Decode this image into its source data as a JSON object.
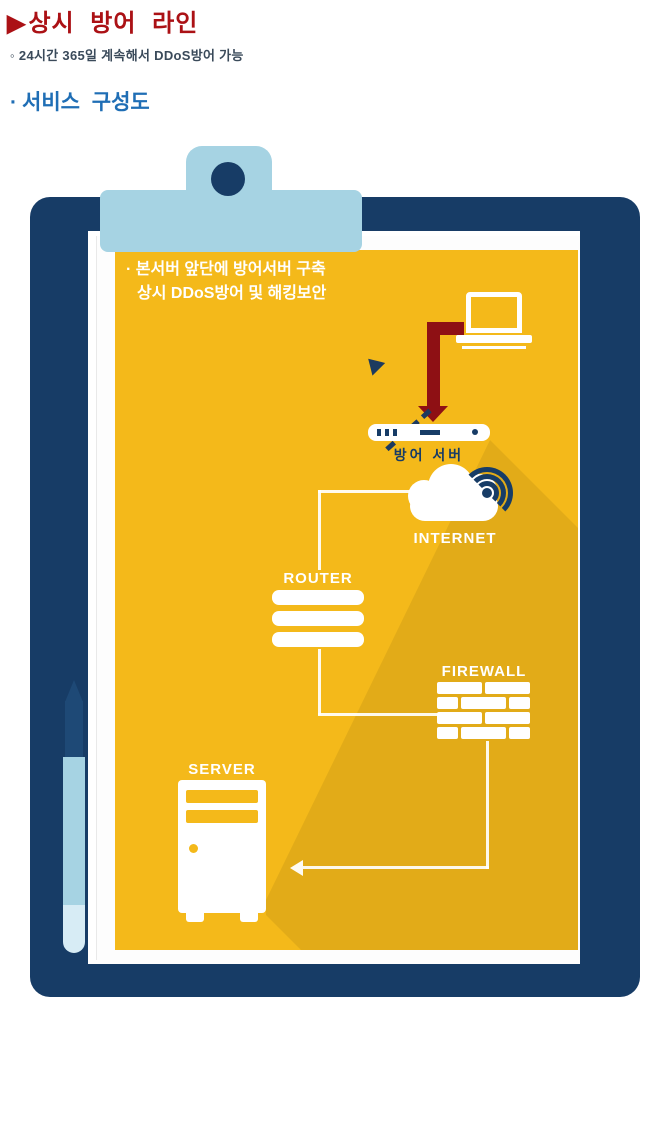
{
  "header": {
    "marker": "▶",
    "title": "상시 방어 라인",
    "subtitle_marker": "◦",
    "subtitle": "24시간 365일 계속해서 DDoS방어 가능"
  },
  "section": {
    "marker": "·",
    "title": "서비스 구성도"
  },
  "board": {
    "note_line1": "· 본서버 앞단에 방어서버 구축",
    "note_line2": "상시 DDoS방어 및 해킹보안",
    "defense_server_label": "방어 서버",
    "internet_label": "INTERNET",
    "router_label": "ROUTER",
    "firewall_label": "FIREWALL",
    "server_label": "SERVER"
  },
  "colors": {
    "title_red": "#ab1115",
    "attack_arrow_red": "#8e1014",
    "clipboard_navy": "#173c66",
    "section_blue": "#1f6eb5",
    "panel_yellow": "#f4b91a",
    "clip_light_blue": "#a6d3e3"
  }
}
